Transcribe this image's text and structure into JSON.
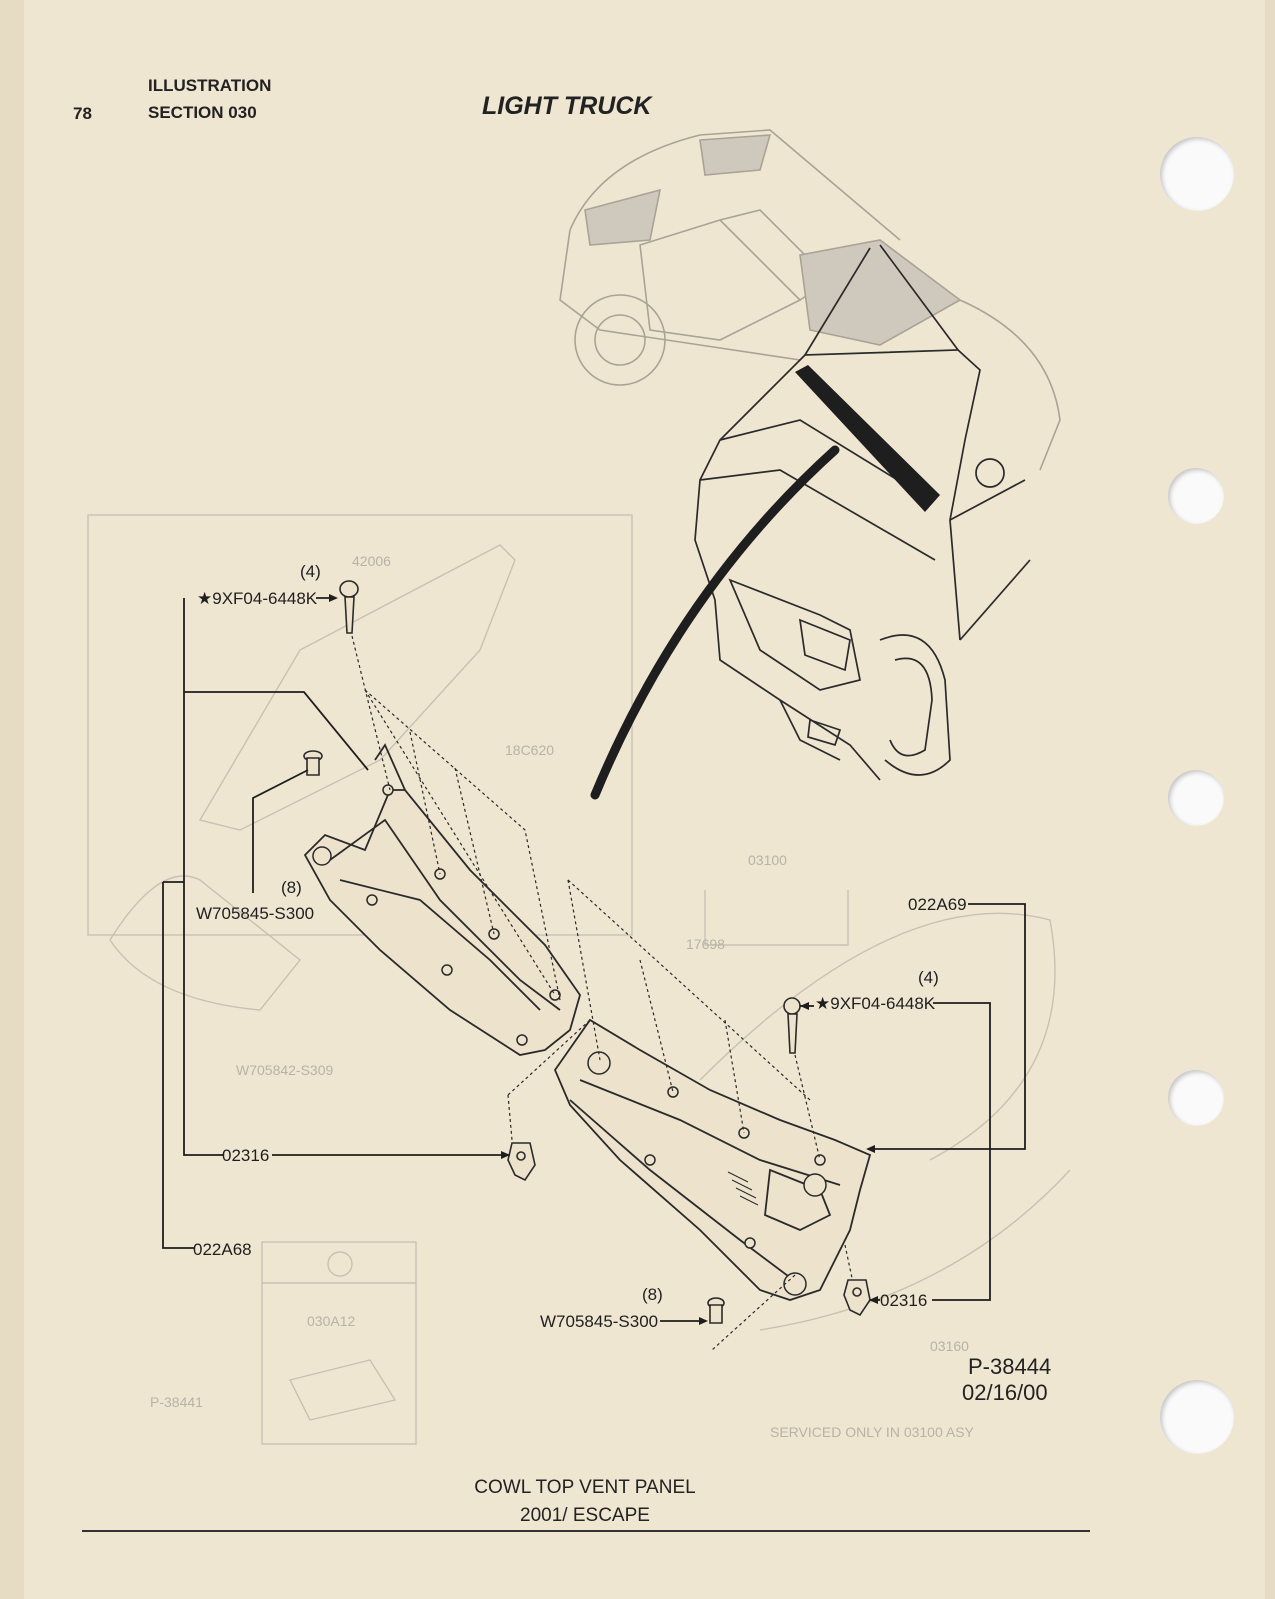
{
  "header": {
    "page_number": "78",
    "illustration_label": "ILLUSTRATION",
    "section_label": "SECTION 030",
    "book_title": "LIGHT TRUCK"
  },
  "callouts": {
    "upper_bolt_qty": "(4)",
    "upper_bolt_part": "★9XF04-6448K",
    "left_clip_qty": "(8)",
    "left_clip_part": "W705845-S300",
    "right_label": "022A69",
    "right_bolt_qty": "(4)",
    "right_bolt_part": "★9XF04-6448K",
    "left_retainer": "02316",
    "lower_left_label": "022A68",
    "bottom_clip_qty": "(8)",
    "bottom_clip_part": "W705845-S300",
    "right_retainer": "02316"
  },
  "ghost_labels": {
    "a": "42006",
    "b": "18C620",
    "c": "03100",
    "d": "17698",
    "e": "W705842-S309",
    "f": "03160",
    "g": "030A12",
    "h": "SERVICED ONLY IN 03100 ASY",
    "i": "P-38441"
  },
  "reference": {
    "number": "P-38444",
    "date": "02/16/00"
  },
  "caption": {
    "title": "COWL TOP VENT PANEL",
    "model": "2001/ ESCAPE"
  }
}
